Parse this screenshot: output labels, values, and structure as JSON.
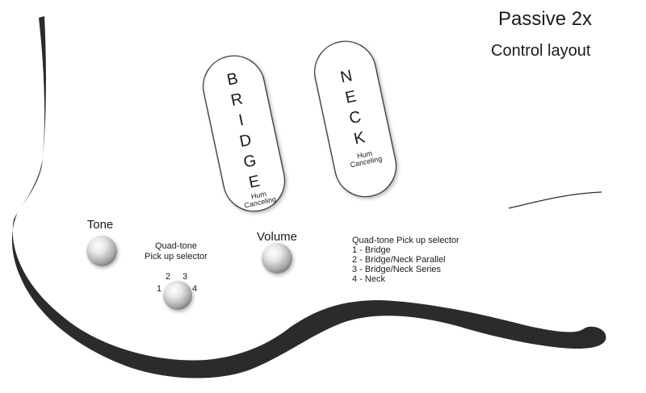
{
  "title": {
    "line1": "Passive 2x",
    "line2": "Control layout"
  },
  "pickups": {
    "bridge": {
      "letters": [
        "B",
        "R",
        "I",
        "D",
        "G",
        "E"
      ],
      "sub1": "Hum",
      "sub2": "Canceling"
    },
    "neck": {
      "letters": [
        "N",
        "E",
        "C",
        "K"
      ],
      "sub1": "Hum",
      "sub2": "Canceling"
    }
  },
  "controls": {
    "tone": "Tone",
    "volume": "Volume",
    "selector_line1": "Quad-tone",
    "selector_line2": "Pick up selector",
    "selector_positions": [
      "1",
      "2",
      "3",
      "4"
    ]
  },
  "legend": {
    "heading": "Quad-tone Pick up selector",
    "items": [
      "1 - Bridge",
      "2 - Bridge/Neck Parallel",
      "3 - Bridge/Neck Series",
      "4 - Neck"
    ]
  },
  "colors": {
    "outline": "#2b2b2b",
    "knob_light": "#ffffff",
    "knob_dark": "#7d7d7d"
  }
}
